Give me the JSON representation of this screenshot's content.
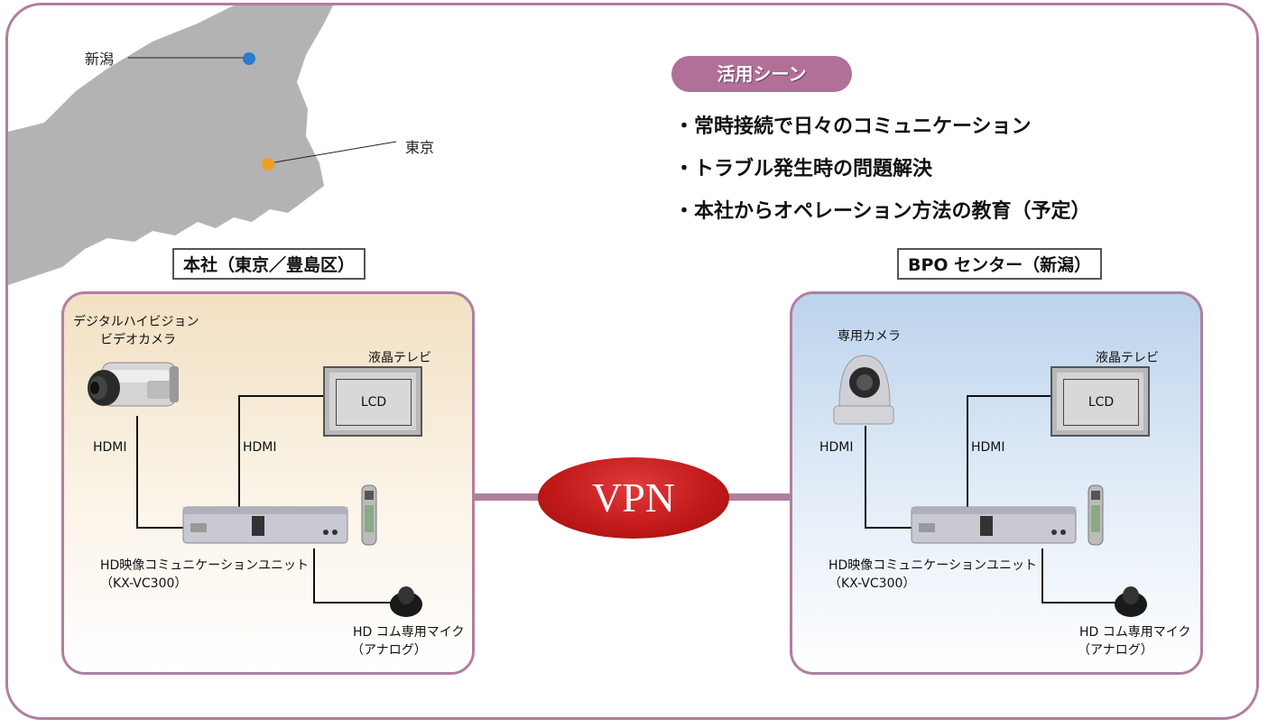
{
  "map": {
    "niigata_label": "新潟",
    "tokyo_label": "東京",
    "colors": {
      "land": "#b3b3b3",
      "niigata_dot": "#2b7bd0",
      "tokyo_dot": "#f0a020"
    }
  },
  "scenes": {
    "title": "活用シーン",
    "items": [
      "・常時接続で日々のコミュニケーション",
      "・トラブル発生時の問題解決",
      "・本社からオペレーション方法の教育（予定）"
    ]
  },
  "left_site": {
    "label": "本社（東京／豊島区）",
    "camera_label_line1": "デジタルハイビジョン",
    "camera_label_line2": "ビデオカメラ",
    "tv_label": "液晶テレビ",
    "lcd": "LCD",
    "hdmi_camera": "HDMI",
    "hdmi_tv": "HDMI",
    "unit_line1": "HD映像コミュニケーションユニット",
    "unit_line2": "（KX-VC300）",
    "mic_line1": "HD コム専用マイク",
    "mic_line2": "（アナログ）"
  },
  "right_site": {
    "label": "BPO センター（新潟）",
    "camera_label": "専用カメラ",
    "tv_label": "液晶テレビ",
    "lcd": "LCD",
    "hdmi_camera": "HDMI",
    "hdmi_tv": "HDMI",
    "unit_line1": "HD映像コミュニケーションユニット",
    "unit_line2": "（KX-VC300）",
    "mic_line1": "HD コム専用マイク",
    "mic_line2": "（アナログ）"
  },
  "vpn": {
    "label": "VPN",
    "color": "#c01818"
  },
  "accent": "#b07fa0"
}
